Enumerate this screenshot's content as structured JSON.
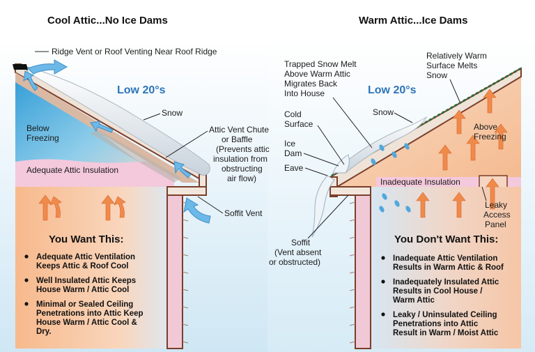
{
  "left": {
    "title": "Cool Attic...No Ice Dams",
    "temperature": "Low 20°s",
    "labels": {
      "ridge_vent": "Ridge Vent or Roof Venting Near Roof Ridge",
      "snow": "Snow",
      "below_freezing_1": "Below",
      "below_freezing_2": "Freezing",
      "insulation": "Adequate Attic Insulation",
      "chute_1": "Attic Vent Chute",
      "chute_2": "or Baffle",
      "chute_3": "(Prevents attic",
      "chute_4": "insulation from",
      "chute_5": "obstructing",
      "chute_6": "air flow)",
      "soffit_vent": "Soffit Vent"
    },
    "box_title": "You Want This:",
    "bullets": [
      [
        "Adequate Attic Ventilation",
        "Keeps Attic & Roof Cool"
      ],
      [
        "Well Insulated Attic Keeps",
        "House Warm / Attic Cool"
      ],
      [
        "Minimal or Sealed Ceiling",
        "Penetrations into Attic Keep",
        "House Warm / Attic Cool &",
        "Dry."
      ]
    ]
  },
  "right": {
    "title": "Warm Attic...Ice Dams",
    "temperature": "Low 20°s",
    "labels": {
      "trapped_1": "Trapped Snow Melt",
      "trapped_2": "Above Warm Attic",
      "trapped_3": "Migrates Back",
      "trapped_4": "Into House",
      "warm_surface_1": "Relatively Warm",
      "warm_surface_2": "Surface Melts",
      "warm_surface_3": "Snow",
      "snow": "Snow",
      "cold_surface_1": "Cold",
      "cold_surface_2": "Surface",
      "ice_dam_1": "Ice",
      "ice_dam_2": "Dam",
      "eave": "Eave",
      "above_freezing_1": "Above",
      "above_freezing_2": "Freezing",
      "insulation": "Inadequate Insulation",
      "leaky_1": "Leaky",
      "leaky_2": "Access",
      "leaky_3": "Panel",
      "soffit_1": "Soffit",
      "soffit_2": "(Vent absent",
      "soffit_3": "or obstructed)"
    },
    "box_title": "You Don't Want This:",
    "bullets": [
      [
        "Inadequate Attic Ventilation",
        "Results in Warm Attic & Roof"
      ],
      [
        "Inadequately Insulated Attic",
        "Results in Cool House /",
        "Warm Attic"
      ],
      [
        "Leaky / Uninsulated Ceiling",
        "Penetrations into Attic",
        "Result in Warm / Moist Attic"
      ]
    ]
  },
  "colors": {
    "sky": "#cfe7f4",
    "cold_attic": "#7fc4e6",
    "warm": "#f6c7a2",
    "insulation": "#f4c9dc",
    "roof": "#7a3e2a",
    "shingle": "#2e6b3a",
    "arrow_warm": "#f08a4b",
    "arrow_cold": "#5fb0e3"
  }
}
